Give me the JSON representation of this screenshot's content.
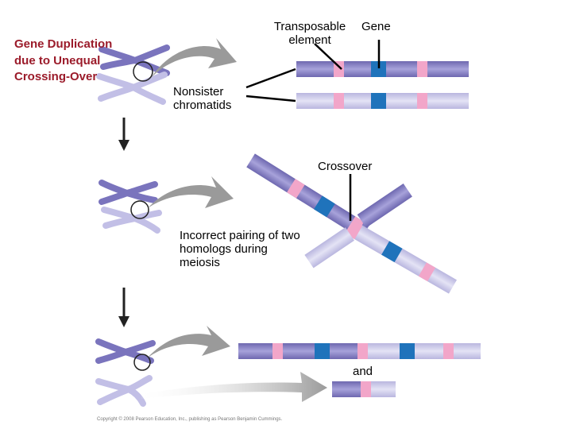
{
  "title": "Gene Duplication due to Unequal Crossing-Over",
  "labels": {
    "transposable_element": "Transposable element",
    "gene": "Gene",
    "nonsister_chromatids": "Nonsister chromatids",
    "crossover": "Crossover",
    "incorrect_pairing": "Incorrect pairing of two homologs during meiosis",
    "and": "and",
    "copyright": "Copyright © 2008 Pearson Education, Inc., publishing as Pearson Benjamin Cummings."
  },
  "colors": {
    "title_text": "#9b1b2a",
    "chromatid_dark": "#8a84c6",
    "chromatid_light": "#cfcdea",
    "transposable_element": "#f2a6c9",
    "gene": "#1f73bb",
    "arrow_gray": "#999999"
  }
}
